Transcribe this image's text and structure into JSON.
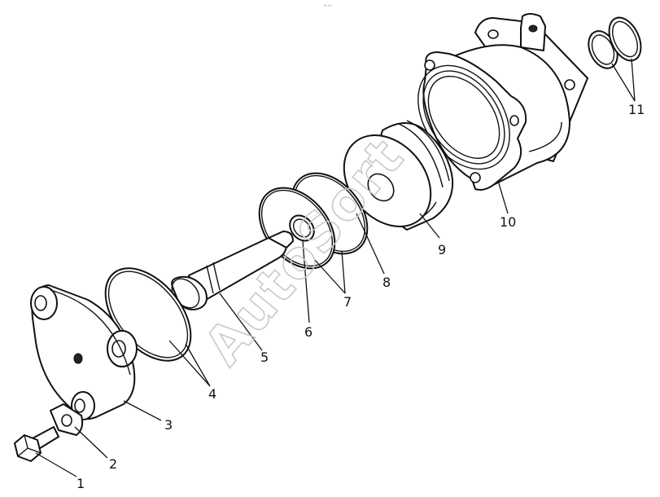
{
  "watermark": "AutoSort",
  "top_mark": "°ᵃ ᵒᵒᵒ",
  "callouts": [
    {
      "id": "1",
      "label": "1"
    },
    {
      "id": "2",
      "label": "2"
    },
    {
      "id": "3",
      "label": "3"
    },
    {
      "id": "4",
      "label": "4"
    },
    {
      "id": "5",
      "label": "5"
    },
    {
      "id": "6",
      "label": "6"
    },
    {
      "id": "7",
      "label": "7"
    },
    {
      "id": "8",
      "label": "8"
    },
    {
      "id": "9",
      "label": "9"
    },
    {
      "id": "10",
      "label": "10"
    },
    {
      "id": "11",
      "label": "11"
    }
  ]
}
